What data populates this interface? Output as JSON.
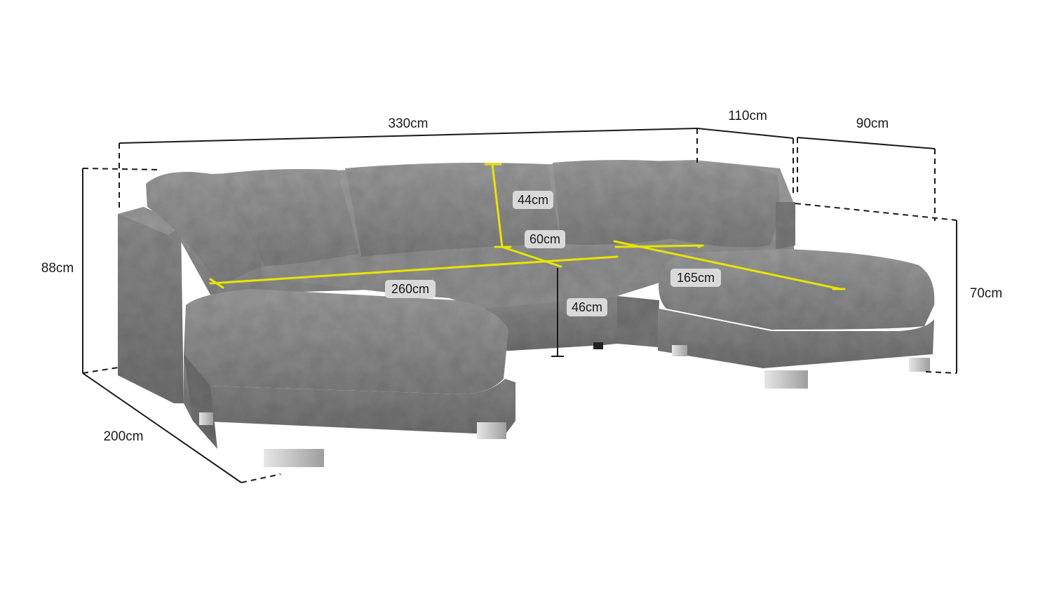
{
  "image": {
    "subject": "U-shaped sectional sofa with double chaise",
    "colors": {
      "fabric": "#8a8a8a",
      "fabric_dark": "#6e6e6e",
      "fabric_light": "#a9a9a9",
      "measure_yellow": "#e8e400",
      "dim_line": "#1a1a1a",
      "label_bg": "#d9d9d9",
      "feet": "#c8c8c8"
    }
  },
  "outer_dimensions": {
    "total_width": "330cm",
    "right_section_depth": "110cm",
    "chaise_width": "90cm",
    "back_height": "88cm",
    "chaise_height": "70cm",
    "left_depth": "200cm"
  },
  "inner_dimensions": {
    "back_cushion_height": "44cm",
    "seat_depth": "60cm",
    "seat_width": "260cm",
    "chaise_seat_length": "165cm",
    "seat_height": "46cm"
  }
}
